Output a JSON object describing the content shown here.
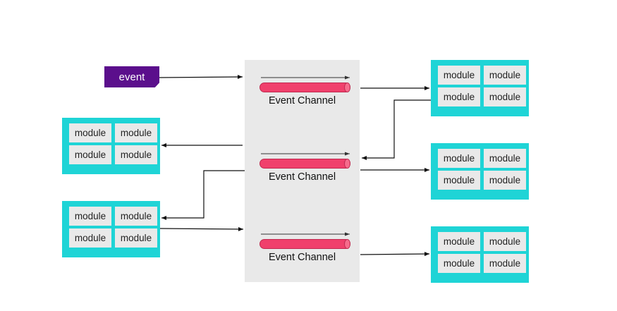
{
  "event": {
    "label": "event"
  },
  "channels": [
    {
      "label": "Event Channel"
    },
    {
      "label": "Event Channel"
    },
    {
      "label": "Event Channel"
    }
  ],
  "module_label": "module",
  "colors": {
    "event_fill": "#5b0f8c",
    "module_group_fill": "#1fd4d6",
    "module_cell_fill": "#e9e9e9",
    "channel_pipe": "#f0406c",
    "channel_area": "#e9e9e9"
  }
}
